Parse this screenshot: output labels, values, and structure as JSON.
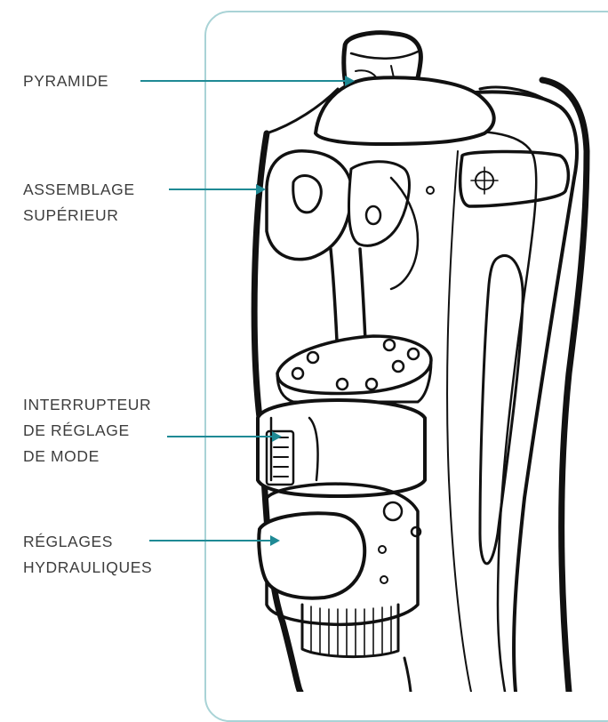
{
  "colors": {
    "accent": "#1f8a95",
    "frame": "#a9d3d6",
    "text": "#3d3d3d",
    "outline": "#111111"
  },
  "labels": {
    "pyramid": [
      "PYRAMIDE"
    ],
    "upper_assembly": [
      "ASSEMBLAGE",
      "SUPÉRIEUR"
    ],
    "mode_switch": [
      "INTERRUPTEUR",
      "DE RÉGLAGE",
      "DE MODE"
    ],
    "hydraulic": [
      "RÉGLAGES",
      "HYDRAULIQUES"
    ]
  }
}
